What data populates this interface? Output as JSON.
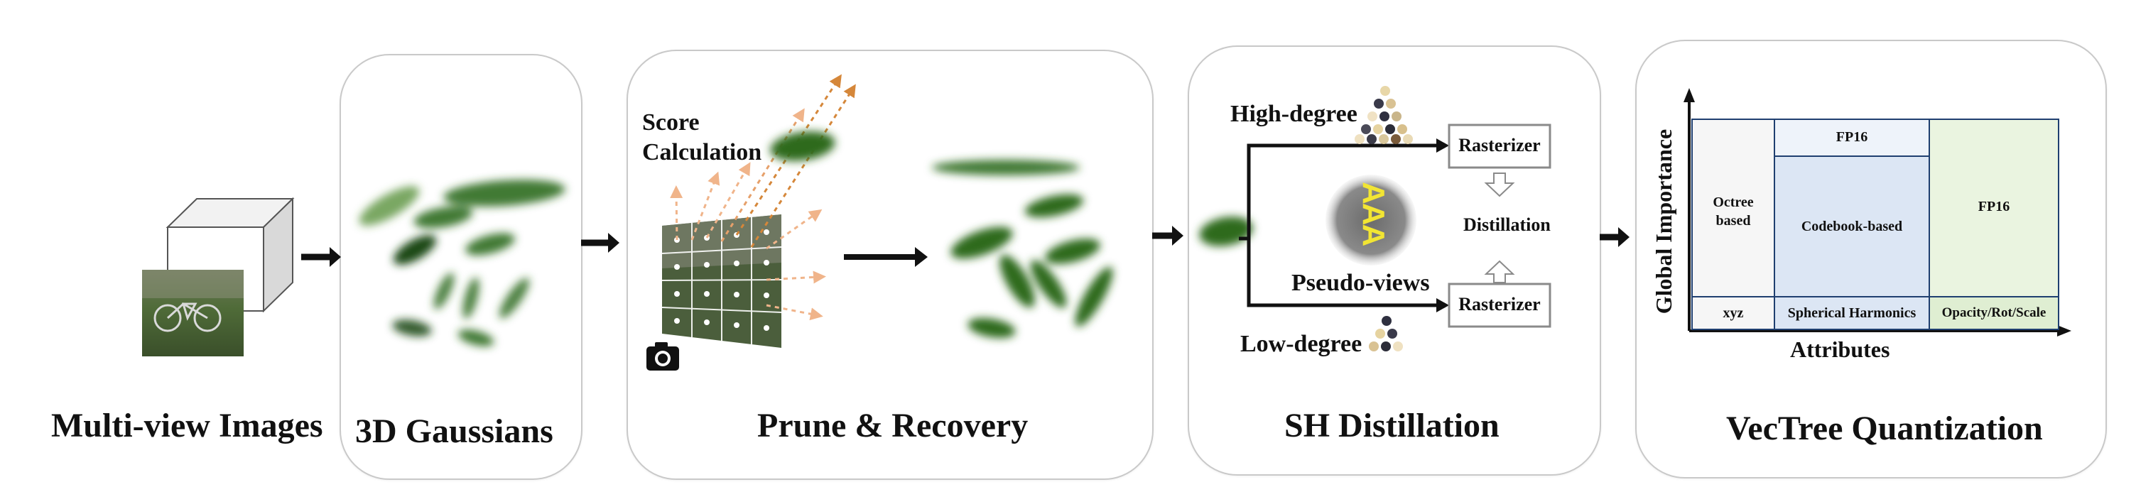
{
  "stages": {
    "multiview": {
      "title": "Multi-view Images"
    },
    "gaussians": {
      "title": "3D Gaussians"
    },
    "prune": {
      "title": "Prune & Recovery",
      "score_label_1": "Score",
      "score_label_2": "Calculation"
    },
    "sh": {
      "title": "SH Distillation",
      "high": "High-degree",
      "low": "Low-degree",
      "rasterizer_top": "Rasterizer",
      "rasterizer_bottom": "Rasterizer",
      "distillation": "Distillation",
      "pseudo": "Pseudo-views",
      "pseudo_glyphs": "AAA"
    },
    "vq": {
      "title": "VecTree Quantization",
      "y_axis": "Global Importance",
      "x_axis": "Attributes",
      "octree": "Octree based",
      "fp16_top": "FP16",
      "codebook": "Codebook-based",
      "fp16_right": "FP16",
      "xyz": "xyz",
      "sh": "Spherical Harmonics",
      "opacity": "Opacity/Rot/Scale"
    }
  },
  "colors": {
    "panel_border": "#c9c9c9",
    "gaussian_green": "#2f6b1e",
    "codebook_fill": "#dce6f4",
    "fp16_fill": "#eaf4e0",
    "octree_fill": "#f6f6f6",
    "arrow_orange": "#d5873a"
  }
}
